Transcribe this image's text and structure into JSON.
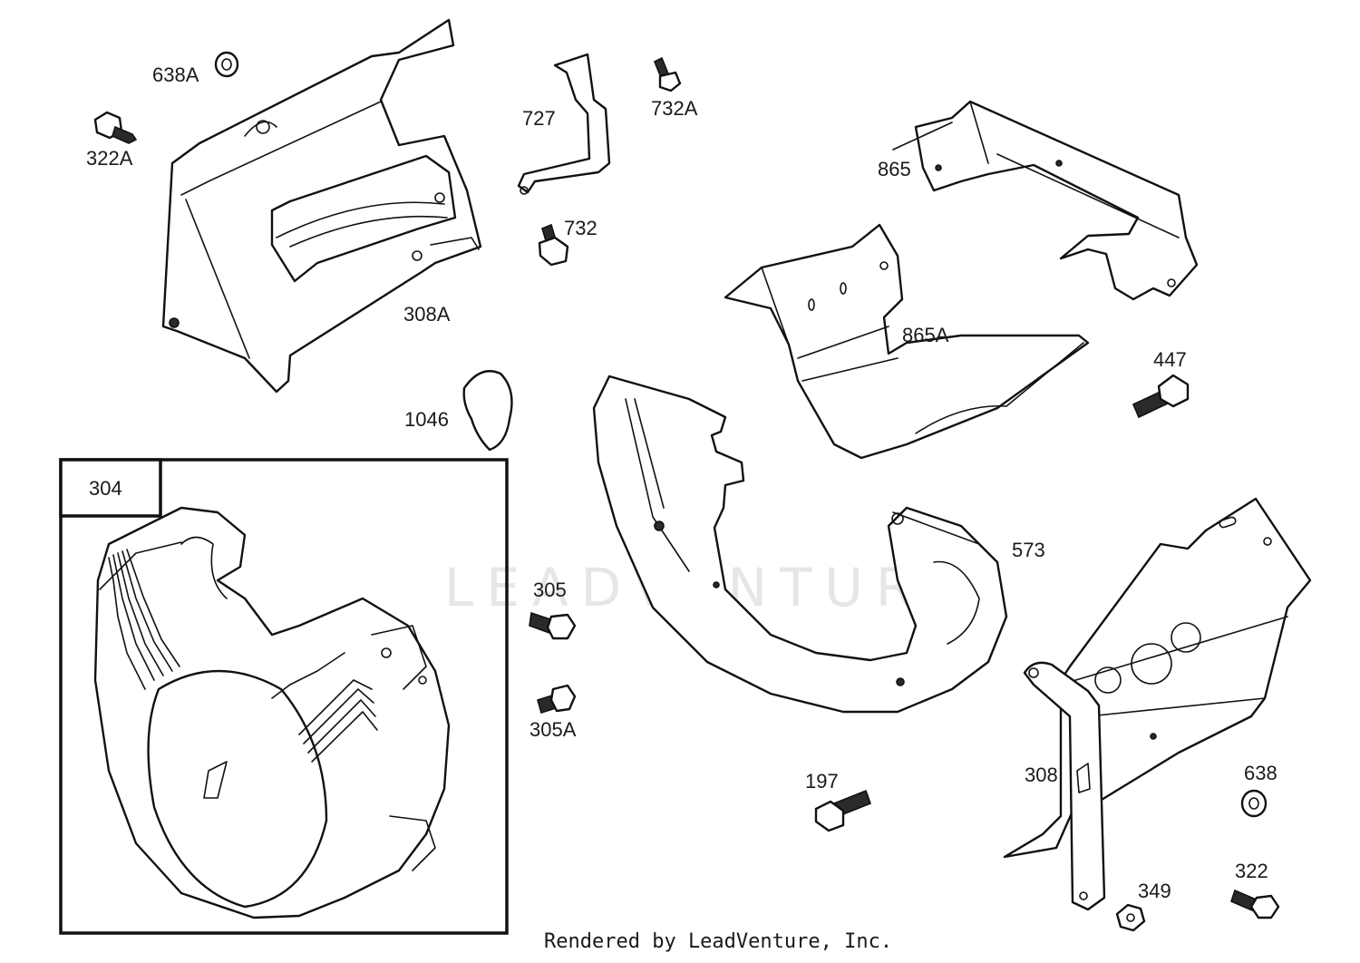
{
  "watermark": "LEADVENTURE",
  "footer": "Rendered by LeadVenture, Inc.",
  "callouts": {
    "c638A": "638A",
    "c322A": "322A",
    "c727": "727",
    "c732A": "732A",
    "c732": "732",
    "c865": "865",
    "c308A": "308A",
    "c865A": "865A",
    "c447": "447",
    "c1046": "1046",
    "c304": "304",
    "c573": "573",
    "c305": "305",
    "c305A": "305A",
    "c197": "197",
    "c308": "308",
    "c638": "638",
    "c322": "322",
    "c349": "349"
  }
}
